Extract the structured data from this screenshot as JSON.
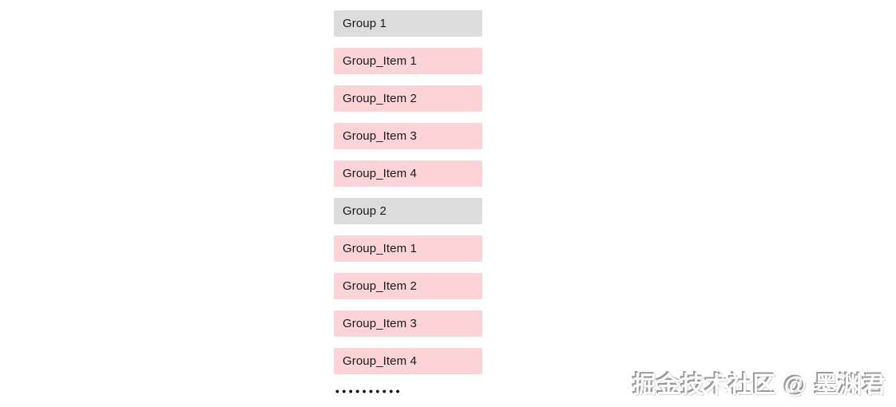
{
  "list": {
    "rows": [
      {
        "type": "group",
        "label": "Group 1"
      },
      {
        "type": "item",
        "label": "Group_Item 1"
      },
      {
        "type": "item",
        "label": "Group_Item 2"
      },
      {
        "type": "item",
        "label": "Group_Item 3"
      },
      {
        "type": "item",
        "label": "Group_Item 4"
      },
      {
        "type": "group",
        "label": "Group 2"
      },
      {
        "type": "item",
        "label": "Group_Item 1"
      },
      {
        "type": "item",
        "label": "Group_Item 2"
      },
      {
        "type": "item",
        "label": "Group_Item 3"
      },
      {
        "type": "item",
        "label": "Group_Item 4"
      }
    ],
    "colors": {
      "group_bg": "#dcdcdc",
      "item_bg": "#fcd4d8",
      "text": "#1a1a1a"
    },
    "ellipsis": "••••••••••"
  },
  "watermark": {
    "text": "掘金技术社区 @ 墨渊君"
  }
}
